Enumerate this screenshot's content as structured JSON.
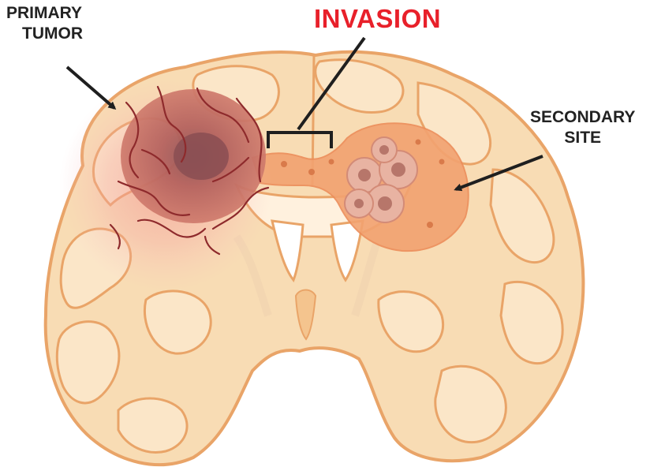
{
  "labels": {
    "primary": [
      "PRIMARY",
      "TUMOR"
    ],
    "invasion": "INVASION",
    "secondary": [
      "SECONDARY",
      "SITE"
    ]
  },
  "colors": {
    "brain_fill": "#f8dcb4",
    "brain_outline": "#e9a468",
    "gyrus_fill": "#fbe6c8",
    "tumor": "#b85a55",
    "tumor_core": "#8a4e52",
    "vessel": "#8e2a2c",
    "glow": "#f4a0a0",
    "invasion_tissue": "#f2a270",
    "invasion_label": "#e8202a",
    "arrow": "#1f1f1f"
  }
}
